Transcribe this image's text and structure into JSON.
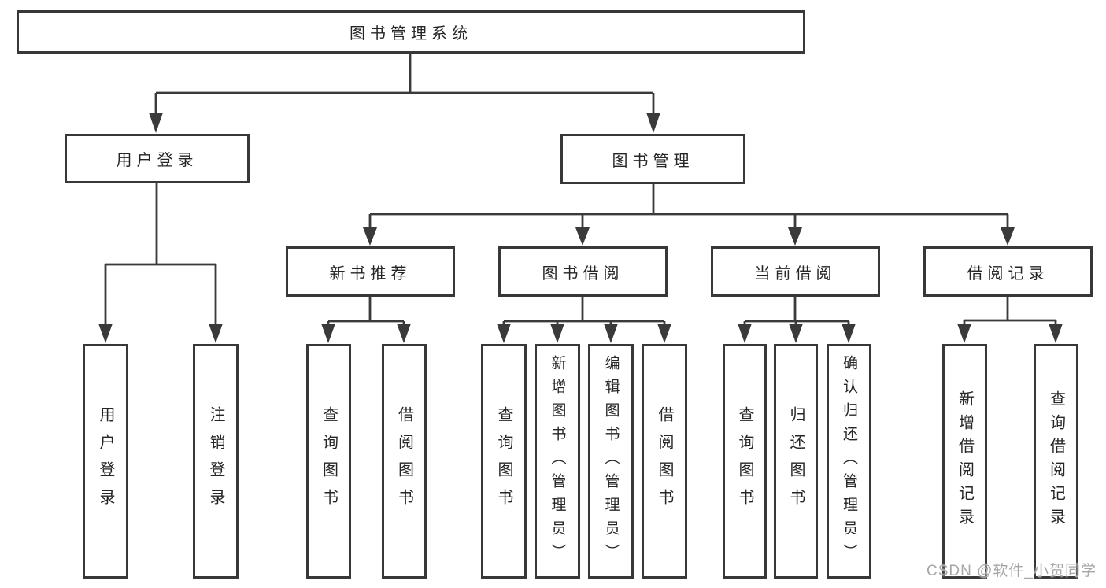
{
  "diagram": {
    "root_label": "图书管理系统",
    "branches": {
      "user_login": {
        "label": "用户登录",
        "children": [
          "用户登录",
          "注销登录"
        ]
      },
      "book_management": {
        "label": "图书管理",
        "sections": {
          "new_books": {
            "label": "新书推荐",
            "children": [
              "查询图书",
              "借阅图书"
            ]
          },
          "book_borrow": {
            "label": "图书借阅",
            "children": [
              "查询图书",
              "新增图书（管理员）",
              "编辑图书（管理员）",
              "借阅图书"
            ]
          },
          "current_borrow": {
            "label": "当前借阅",
            "children": [
              "查询图书",
              "归还图书",
              "确认归还（管理员）"
            ]
          },
          "borrow_records": {
            "label": "借阅记录",
            "children": [
              "新增借阅记录",
              "查询借阅记录"
            ]
          }
        }
      }
    }
  },
  "watermark": "CSDN @软件_小贺同学",
  "colors": {
    "line": "#3a3a3a",
    "border": "#383838",
    "text": "#262626",
    "box_background": "#ffffff",
    "watermark": "#a6a6a6"
  }
}
